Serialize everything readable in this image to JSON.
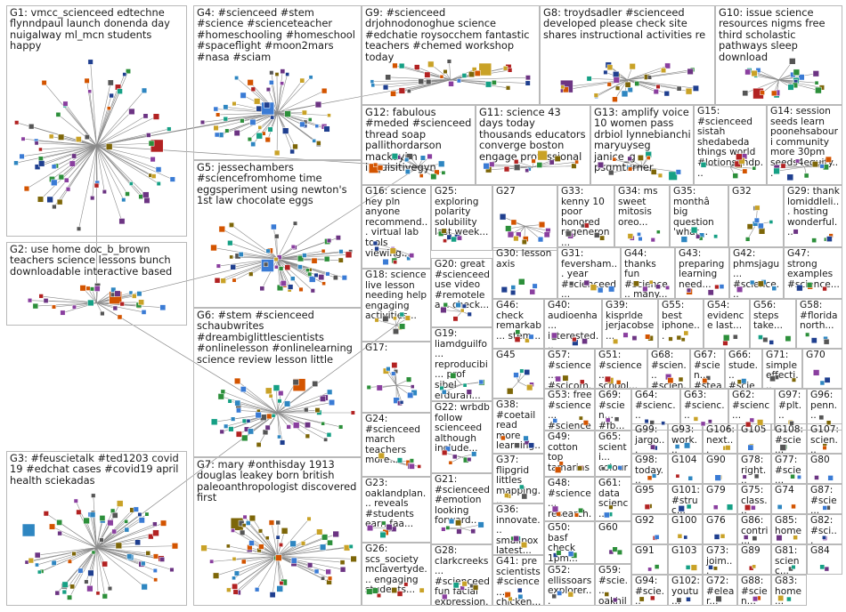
{
  "graph": {
    "edge_color": "#8a8a8a",
    "groups": [
      {
        "id": "G1",
        "label": "G1: vmcc_scienceed edtechne flynndpaul launch donenda day nuigalway ml_mcn students happy"
      },
      {
        "id": "G2",
        "label": "G2: use home doc_b_brown teachers science lessons bunch downloadable interactive based"
      },
      {
        "id": "G3",
        "label": "G3: #feuscietalk #ted1203 covid 19 #edchat cases #covid19 april health sciekadas"
      },
      {
        "id": "G4",
        "label": "G4: #scienceed #stem #science #scienceteacher #homeschooling #homeschool #spaceflight #moon2mars #nasa #sciam"
      },
      {
        "id": "G5",
        "label": "G5: jessechambers #sciencefromhome time eggsperiment using newton's 1st law chocolate eggs"
      },
      {
        "id": "G6",
        "label": "G6: #stem #scienceed schaubwrites #dreambiglittlescientists #onlinelesson #onlinelearning science review lesson little"
      },
      {
        "id": "G7",
        "label": "G7: mary #onthisday 1913 douglas leakey born british paleoanthropologist discovered first"
      },
      {
        "id": "G8",
        "label": "G8: troydsadler #scienceed developed please check site shares instructional activities re"
      },
      {
        "id": "G9",
        "label": "G9: #scienceed drjohnodonoghue science #edchatie roysocchem fantastic teachers #chemed workshop today"
      },
      {
        "id": "G10",
        "label": "G10: issue science resources nigms free third scholastic pathways sleep download"
      },
      {
        "id": "G11",
        "label": "G11: science 43 days today thousands educators converge boston engage professional"
      },
      {
        "id": "G12",
        "label": "G12: fabulous #meded #scienceed thread soap pallithordarson mackayim inquisitivegyn"
      },
      {
        "id": "G13",
        "label": "G13: amplify voice 10 women pass drbiol lynnebianchi maryuyseg janice_g psqmturner"
      },
      {
        "id": "G14",
        "label": "G14: session seeds learn poonehsabouri community more 30pm seeds4equity..."
      },
      {
        "id": "G15",
        "label": "G15: #scienceed sistah shedabeda things world #lotionsandp..."
      },
      {
        "id": "G16",
        "label": "G16: science hey pln anyone recommend... virtual lab tools viewing..."
      },
      {
        "id": "G17",
        "label": "G17:"
      },
      {
        "id": "G18",
        "label": "G18: science live lesson needing help engaging activities..."
      },
      {
        "id": "G19",
        "label": "G19: liamdguilfo... reproducibi... prof sibel erduran..."
      },
      {
        "id": "G20",
        "label": "G20: great #scienceed use video #remotelea... check..."
      },
      {
        "id": "G21",
        "label": "G21: #scienceed #emotion looking forward..."
      },
      {
        "id": "G22",
        "label": "G22: wrbdb follow scienceed although include..."
      },
      {
        "id": "G23",
        "label": "G23: oaklandplan... reveals #students earn faa..."
      },
      {
        "id": "G24",
        "label": "G24: #scienceed march teachers more..."
      },
      {
        "id": "G25",
        "label": "G25: exploring polarity solubility last week..."
      },
      {
        "id": "G26",
        "label": "G26: scs_society mclavertyde... engaging students..."
      },
      {
        "id": "G27",
        "label": "G27"
      },
      {
        "id": "G28",
        "label": "G28: clarkcreeks... #scienceed fun facial expression..."
      },
      {
        "id": "G29",
        "label": "G29: thank lomiddleli... hosting wonderful..."
      },
      {
        "id": "G30",
        "label": "G30: lesson axis"
      },
      {
        "id": "G31",
        "label": "G31: feversham... year #scienceed..."
      },
      {
        "id": "G32",
        "label": "G32"
      },
      {
        "id": "G33",
        "label": "G33: kenny 10 poor honored regeneron..."
      },
      {
        "id": "G34",
        "label": "G34: ms sweet mitosis oreo..."
      },
      {
        "id": "G35",
        "label": "G35: monthâ big question 'what..."
      },
      {
        "id": "G36",
        "label": "G36: innovate... smallpox latest..."
      },
      {
        "id": "G37",
        "label": "G37: flipgrid littles mapping..."
      },
      {
        "id": "G38",
        "label": "G38: #coetail read more learning..."
      },
      {
        "id": "G39",
        "label": "G39: kisprlde jerjacobse..."
      },
      {
        "id": "G40",
        "label": "G40: audioenha... interested..."
      },
      {
        "id": "G41",
        "label": "G41: pre scientists #science... chicken..."
      },
      {
        "id": "G42",
        "label": "G42: phmsjagu... #science... drawing..."
      },
      {
        "id": "G43",
        "label": "G43: preparing learning need..."
      },
      {
        "id": "G44",
        "label": "G44: thanks fun #science... many..."
      },
      {
        "id": "G45",
        "label": "G45"
      },
      {
        "id": "G46",
        "label": "G46: check remarkab... stem..."
      },
      {
        "id": "G47",
        "label": "G47: strong examples #science..."
      },
      {
        "id": "G48",
        "label": "G48: #science... research..."
      },
      {
        "id": "G49",
        "label": "G49: cotton top tamarins..."
      },
      {
        "id": "G50",
        "label": "G50: basf check 1pm..."
      },
      {
        "id": "G51",
        "label": "G51: #science... school..."
      },
      {
        "id": "G52",
        "label": "G52: ellissoars explorer..."
      },
      {
        "id": "G53",
        "label": "G53: free #science... #science..."
      },
      {
        "id": "G54",
        "label": "G54: evidence last..."
      },
      {
        "id": "G55",
        "label": "G55: best iphone..."
      },
      {
        "id": "G56",
        "label": "G56: steps take..."
      },
      {
        "id": "G57",
        "label": "G57: #science... #scicom..."
      },
      {
        "id": "G58",
        "label": "G58: #florida north..."
      },
      {
        "id": "G59",
        "label": "G59: #scie... oakhil..."
      },
      {
        "id": "G60",
        "label": "G60"
      },
      {
        "id": "G61",
        "label": "G61: data scienc..."
      },
      {
        "id": "G62",
        "label": "G62: #scienc..."
      },
      {
        "id": "G63",
        "label": "G63: #scienc..."
      },
      {
        "id": "G64",
        "label": "G64: #scienc..."
      },
      {
        "id": "G65",
        "label": "G65: scienti... colour..."
      },
      {
        "id": "G66",
        "label": "G66: stude... #scien..."
      },
      {
        "id": "G67",
        "label": "G67: #scien... #stea..."
      },
      {
        "id": "G68",
        "label": "G68: #scien... #scien..."
      },
      {
        "id": "G69",
        "label": "G69: #scien... #fb..."
      },
      {
        "id": "G70",
        "label": "G70"
      },
      {
        "id": "G71",
        "label": "G71: simple effecti..."
      },
      {
        "id": "G72",
        "label": "G72: #elear..."
      },
      {
        "id": "G73",
        "label": "G73: joim..."
      },
      {
        "id": "G74",
        "label": "G74"
      },
      {
        "id": "G75",
        "label": "G75: class..."
      },
      {
        "id": "G76",
        "label": "G76"
      },
      {
        "id": "G77",
        "label": "G77: #scie..."
      },
      {
        "id": "G78",
        "label": "G78: right..."
      },
      {
        "id": "G79",
        "label": "G79"
      },
      {
        "id": "G80",
        "label": "G80"
      },
      {
        "id": "G81",
        "label": "G81: scienc..."
      },
      {
        "id": "G82",
        "label": "G82: #sci..."
      },
      {
        "id": "G83",
        "label": "G83: home..."
      },
      {
        "id": "G84",
        "label": "G84"
      },
      {
        "id": "G85",
        "label": "G85: home"
      },
      {
        "id": "G86",
        "label": "G86: contri..."
      },
      {
        "id": "G87",
        "label": "G87: #scie..."
      },
      {
        "id": "G88",
        "label": "G88: #scien..."
      },
      {
        "id": "G89",
        "label": "G89"
      },
      {
        "id": "G90",
        "label": "G90"
      },
      {
        "id": "G91",
        "label": "G91"
      },
      {
        "id": "G92",
        "label": "G92"
      },
      {
        "id": "G93",
        "label": "G93: work..."
      },
      {
        "id": "G94",
        "label": "G94: #scie..."
      },
      {
        "id": "G95",
        "label": "G95"
      },
      {
        "id": "G96",
        "label": "G96: penn..."
      },
      {
        "id": "G97",
        "label": "G97: #plt..."
      },
      {
        "id": "G98",
        "label": "G98: today..."
      },
      {
        "id": "G99",
        "label": "G99: jargo..."
      },
      {
        "id": "G100",
        "label": "G100"
      },
      {
        "id": "G101",
        "label": "G101: #struc..."
      },
      {
        "id": "G102",
        "label": "G102: youtu..."
      },
      {
        "id": "G103",
        "label": "G103"
      },
      {
        "id": "G104",
        "label": "G104"
      },
      {
        "id": "G105",
        "label": "G105"
      },
      {
        "id": "G106",
        "label": "G106: next..."
      },
      {
        "id": "G107",
        "label": "G107: scien..."
      },
      {
        "id": "G108",
        "label": "G108: #scie..."
      }
    ]
  }
}
